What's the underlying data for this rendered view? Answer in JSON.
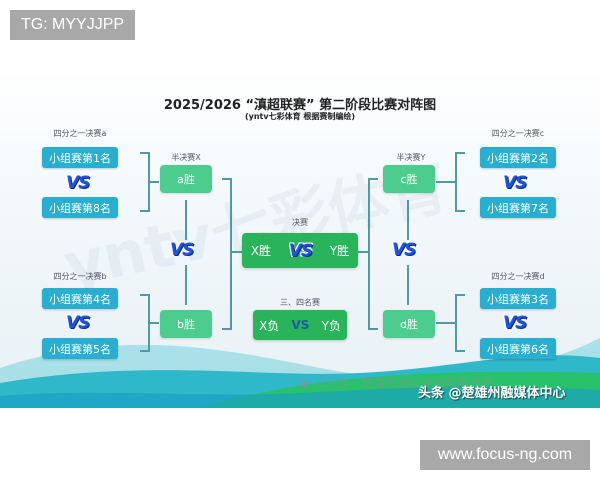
{
  "overlay": {
    "top_tag": "TG: MYYJJPP",
    "bottom_tag": "www.focus-ng.com"
  },
  "poster": {
    "title": "2025/2026 “滇超联赛” 第二阶段比赛对阵图",
    "subtitle": "(yntv七彩体育 根据赛制编绘)",
    "vs": "VS",
    "quarterfinals": [
      {
        "label": "四分之一决赛a",
        "top": "小组赛第1名",
        "bottom": "小组赛第8名"
      },
      {
        "label": "四分之一决赛b",
        "top": "小组赛第4名",
        "bottom": "小组赛第5名"
      },
      {
        "label": "四分之一决赛c",
        "top": "小组赛第2名",
        "bottom": "小组赛第7名"
      },
      {
        "label": "四分之一决赛d",
        "top": "小组赛第3名",
        "bottom": "小组赛第6名"
      }
    ],
    "semifinals": [
      {
        "label": "半决赛X",
        "top": "a胜",
        "bottom": "b胜"
      },
      {
        "label": "半决赛Y",
        "top": "c胜",
        "bottom": "d胜"
      }
    ],
    "final": {
      "label": "决赛",
      "left": "X胜",
      "right": "Y胜"
    },
    "third_place": {
      "label": "三、四名赛",
      "left": "X负",
      "vs": "VS",
      "right": "Y负"
    },
    "watermark_text": "yntv七彩体育",
    "wechat_watermark": "公众号 · 楚雄彝族自治州体育总会",
    "toutiao_watermark": "头条 @楚雄州融媒体中心",
    "colors": {
      "group_box": "#27aed0",
      "winner_box": "#4dcc90",
      "final_box": "#29b35a",
      "vs": "#1f56d8"
    }
  }
}
